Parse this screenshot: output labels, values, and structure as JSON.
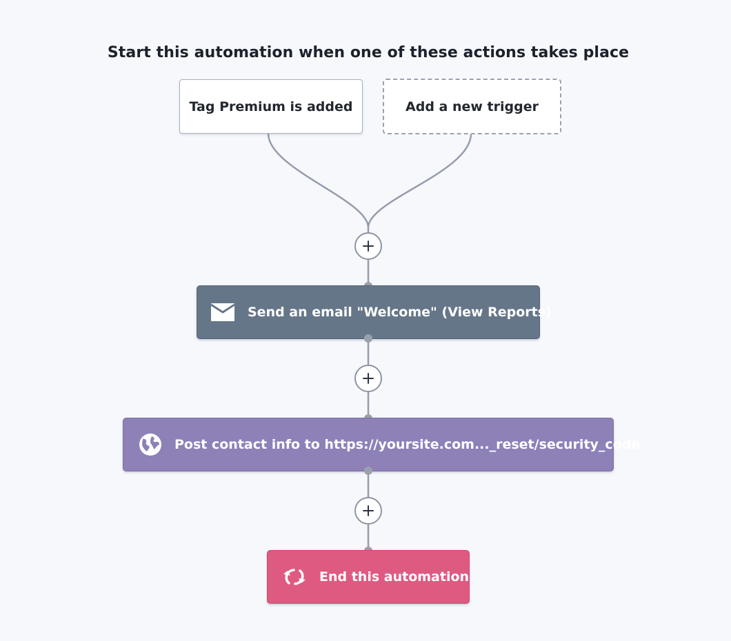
{
  "heading": "Start this automation when one of these actions takes place",
  "triggers": [
    {
      "label": "Tag Premium is added",
      "icon": "",
      "style": "solid"
    },
    {
      "label": "Add a new trigger",
      "icon": "",
      "style": "dashed"
    }
  ],
  "add_step": {
    "icon": "plus-icon",
    "symbol": "+"
  },
  "actions": [
    {
      "label": "Send an email \"Welcome\" (View Reports)",
      "icon": "envelope-icon",
      "color": "#657688"
    },
    {
      "label": "Post contact info to https://yoursite.com..._reset/security_code",
      "icon": "globe-icon",
      "color": "#8d81b8"
    },
    {
      "label": "End this automation",
      "icon": "refresh-icon",
      "color": "#de5a81"
    }
  ],
  "colors": {
    "background": "#f6f8fc",
    "connector": "#959cab",
    "email_action": "#657688",
    "webhook_action": "#8d81b8",
    "end_action": "#de5a81"
  }
}
